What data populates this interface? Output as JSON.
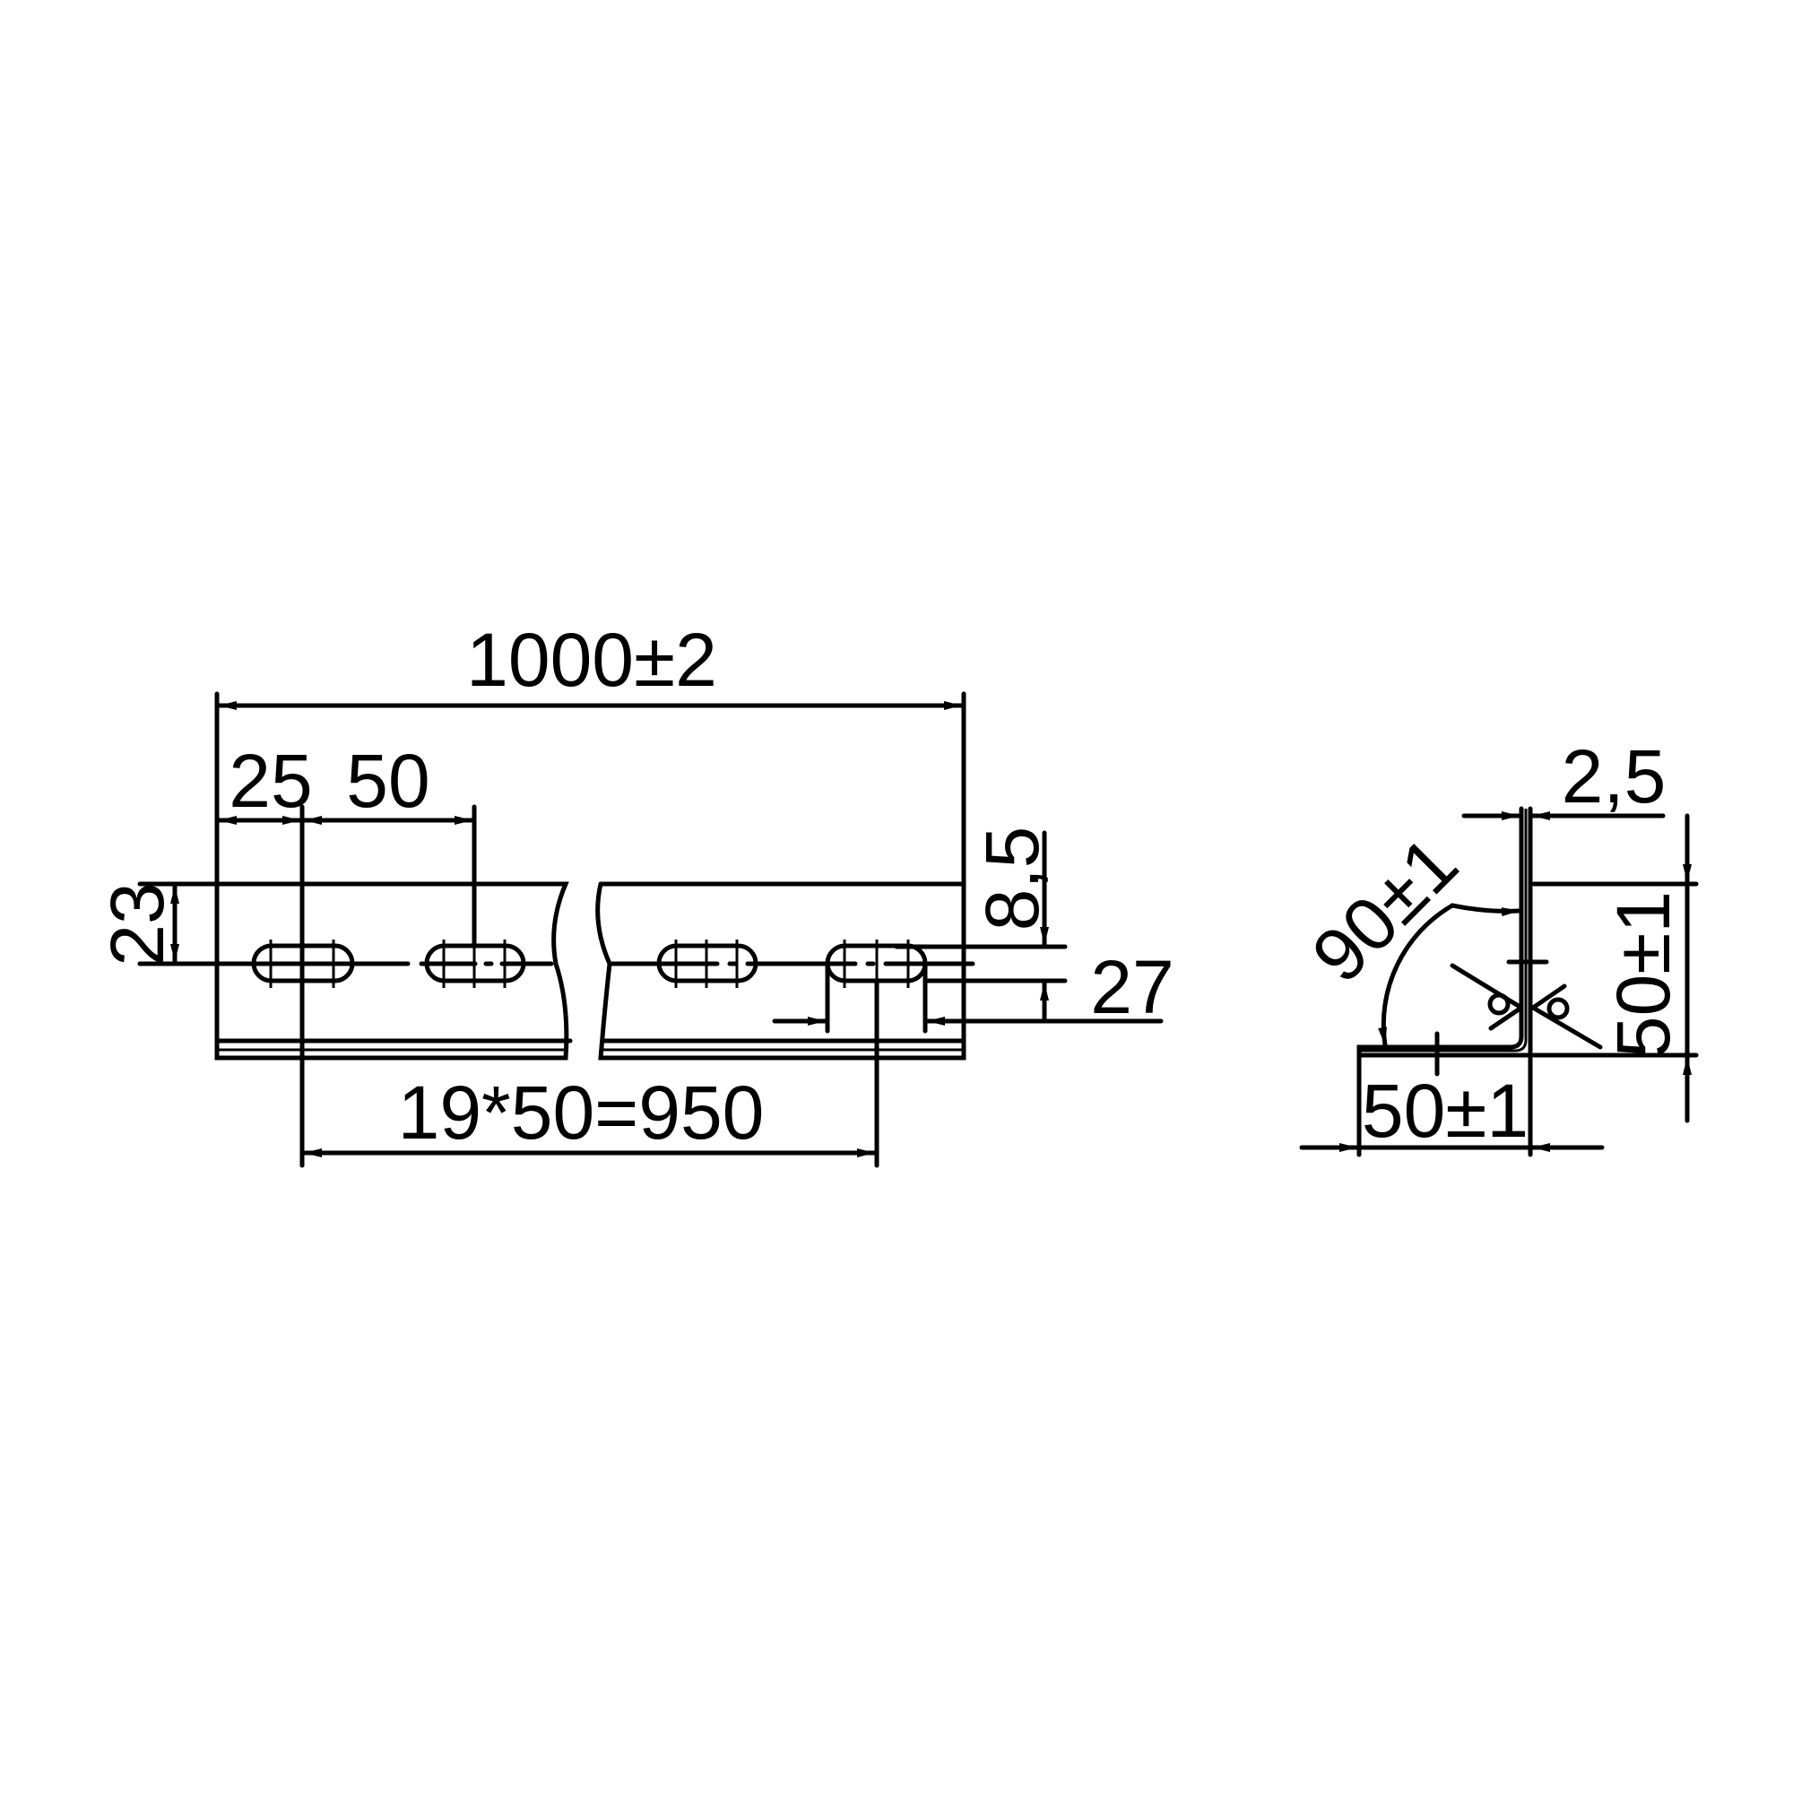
{
  "drawing": {
    "colors": {
      "line": "#000000",
      "background": "#ffffff"
    },
    "front_view": {
      "overall_length": "1000±2",
      "first_hole_offset": "25",
      "hole_pitch": "50",
      "hole_row_height": "23",
      "slot_width": "8,5",
      "slot_length": "27",
      "hole_span": "19*50=950"
    },
    "side_view": {
      "thickness": "2,5",
      "angle": "90±1",
      "leg_height": "50±1",
      "leg_width": "50±1"
    }
  }
}
